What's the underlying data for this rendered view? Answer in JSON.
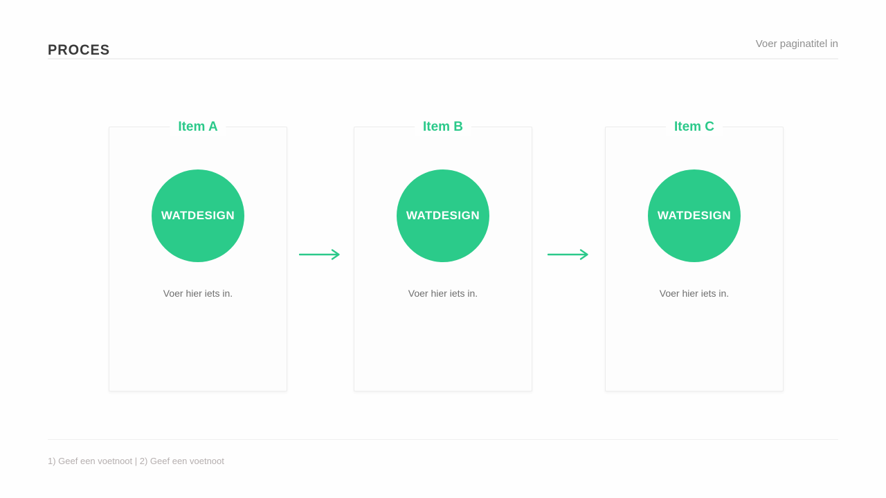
{
  "header": {
    "title": "PROCES",
    "page_title_placeholder": "Voer paginatitel in"
  },
  "process": {
    "items": [
      {
        "label": "Item A",
        "circle_text": "WATDESIGN",
        "hint": "Voer hier iets in."
      },
      {
        "label": "Item B",
        "circle_text": "WATDESIGN",
        "hint": "Voer hier iets in."
      },
      {
        "label": "Item C",
        "circle_text": "WATDESIGN",
        "hint": "Voer hier iets in."
      }
    ]
  },
  "footer": {
    "footnotes": "1) Geef een voetnoot | 2) Geef een voetnoot"
  },
  "colors": {
    "accent_green": "#2BC98A",
    "title_dark": "#3A3A3A",
    "page_title_gray": "#8F8F8F",
    "hint_gray": "#6F6F6F",
    "footer_gray": "#B5AFAF",
    "line_gray": "#F0F0F0"
  }
}
